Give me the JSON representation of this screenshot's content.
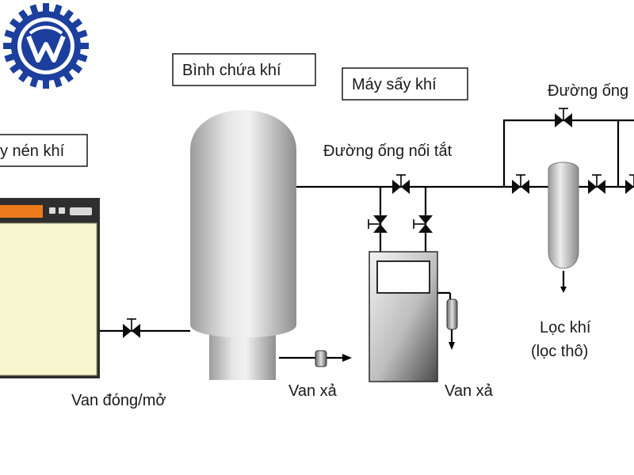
{
  "logo": {
    "name": "company-gear-logo",
    "color": "#1c3f9e"
  },
  "labels": {
    "air_tank": "Bình chứa khí",
    "air_dryer": "Máy sấy khí",
    "compressor": "y nén khí",
    "bypass_pipe": "Đường ống nối tắt",
    "pipe_top_right": "Đường ống",
    "open_close_valve": "Van đóng/mở",
    "drain_valve_tank": "Van xả",
    "drain_valve_dryer": "Van xả",
    "filter_line1": "Lọc khí",
    "filter_line2": "(lọc thô)"
  },
  "colors": {
    "compressor_body": "#f7f7cf",
    "compressor_panel": "#2e2e2e",
    "compressor_display": "#ec7b1c",
    "tank": "#c8c8c8",
    "dryer_panel": "#8c8c8c",
    "pipe": "#000000"
  }
}
